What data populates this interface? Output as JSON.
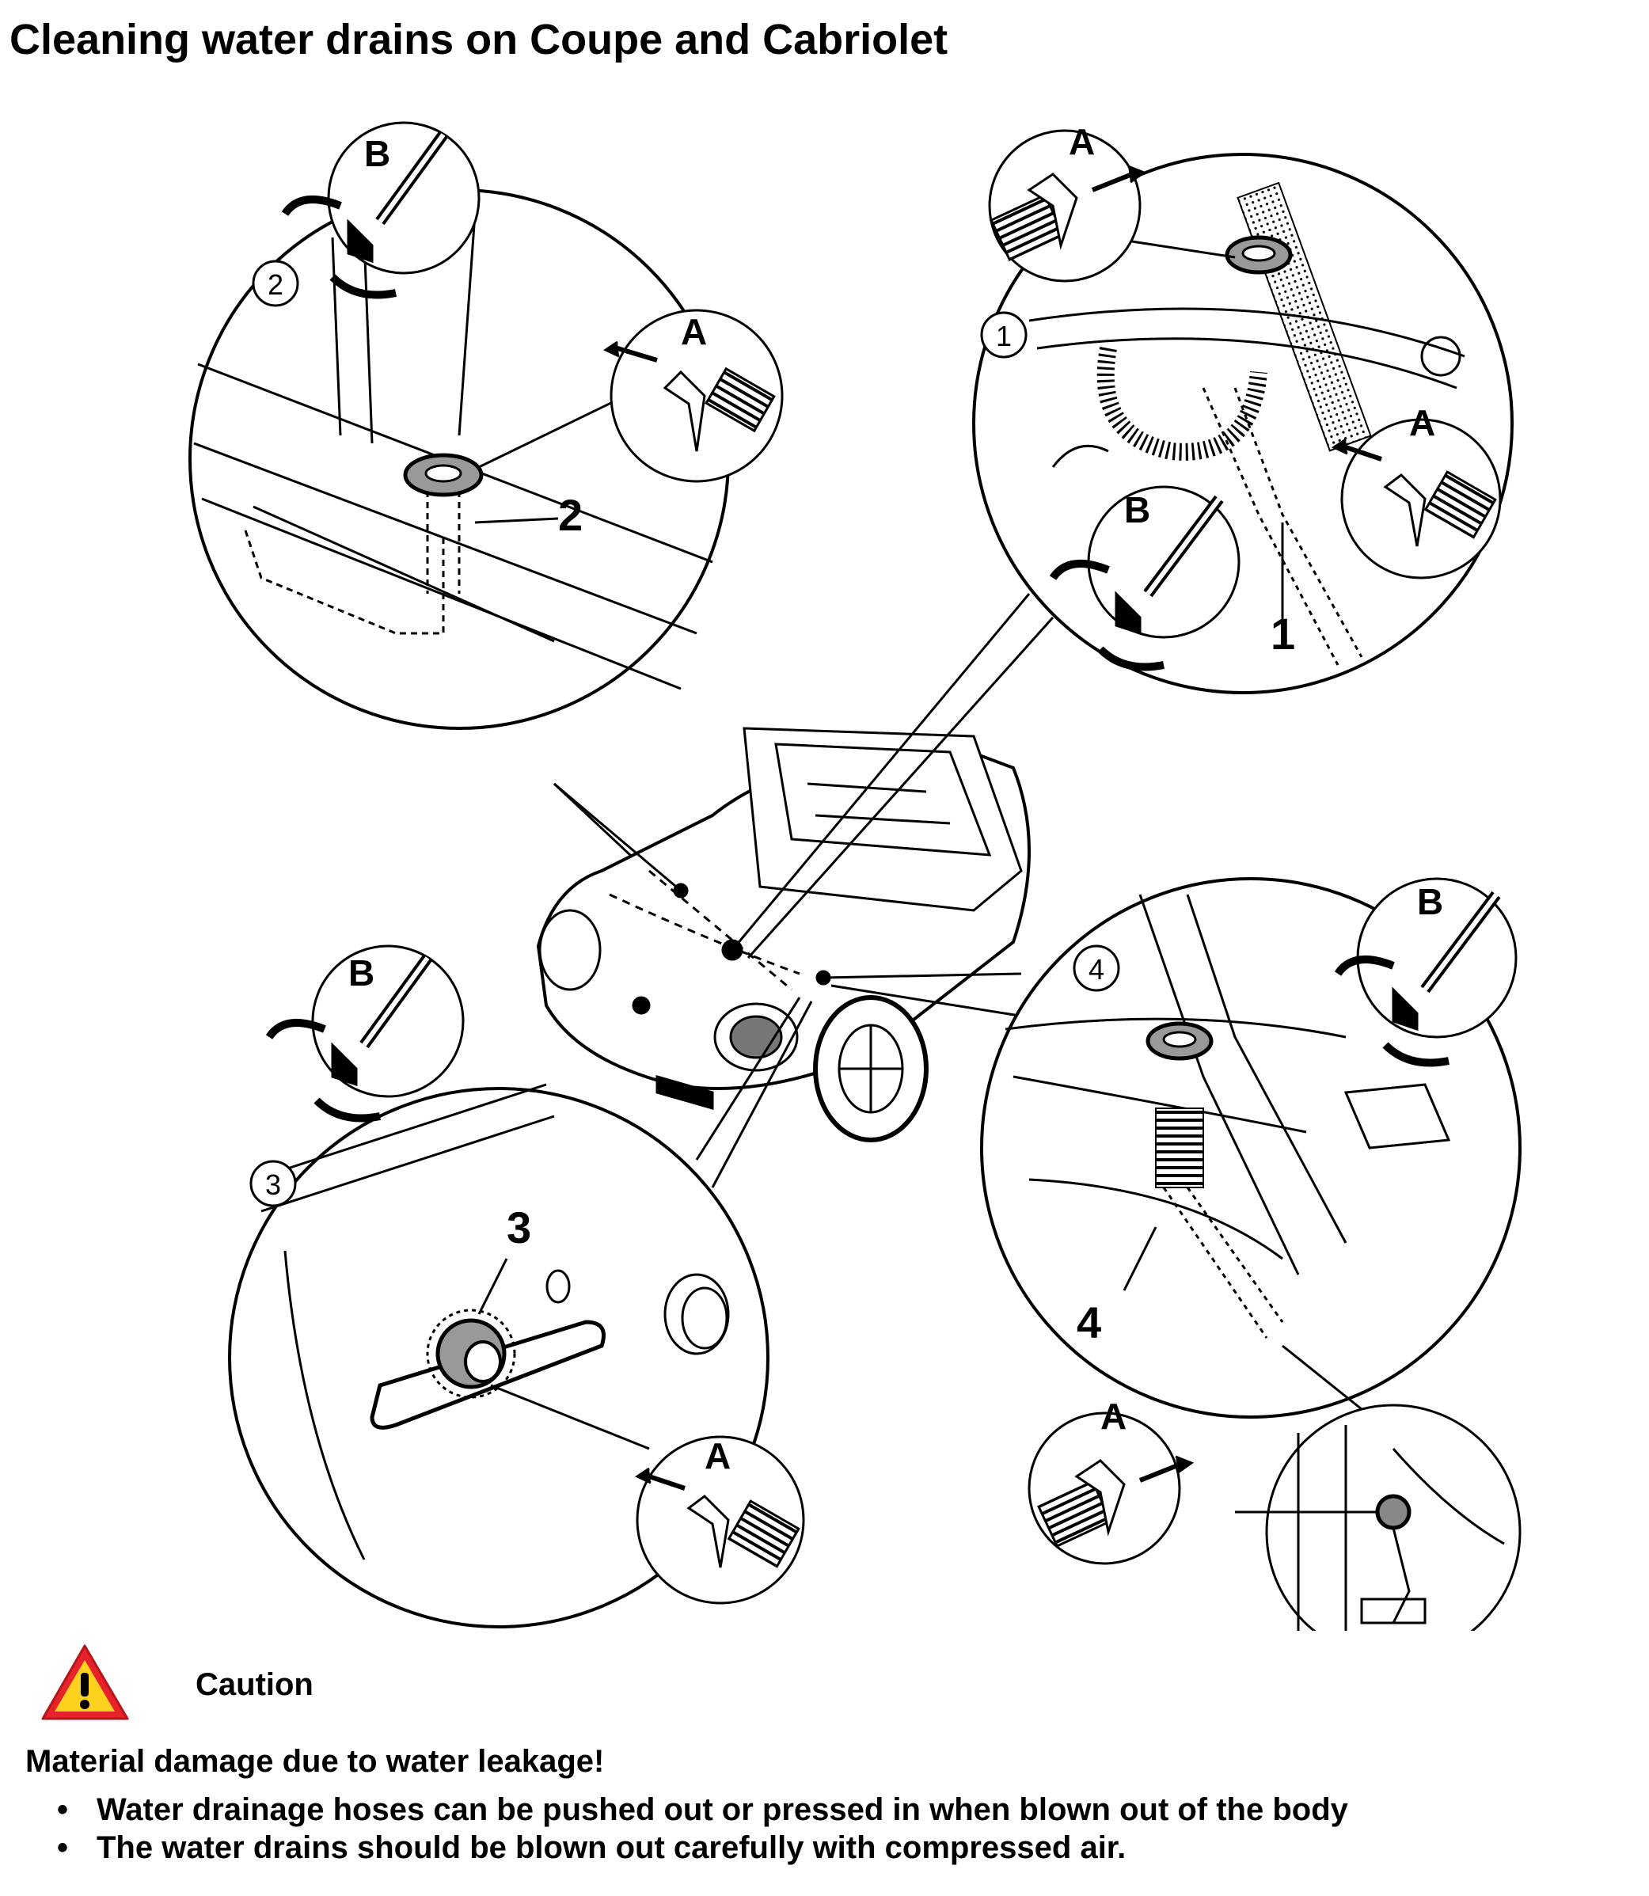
{
  "document": {
    "title": "Cleaning water drains on Coupe and Cabriolet"
  },
  "figure": {
    "detail_1": {
      "marker": "1",
      "number": "1",
      "label_a1": "A",
      "label_a2": "A",
      "label_b": "B"
    },
    "detail_2": {
      "marker": "2",
      "number": "2",
      "label_a": "A",
      "label_b": "B"
    },
    "detail_3": {
      "marker": "3",
      "number": "3",
      "label_a": "A",
      "label_b": "B"
    },
    "detail_4": {
      "marker": "4",
      "number": "4",
      "label_a": "A",
      "label_b": "B"
    }
  },
  "caution": {
    "icon": "warning-triangle-icon",
    "label": "Caution",
    "heading": "Material damage due to water leakage!",
    "items": [
      "Water drainage hoses can be pushed out or pressed in when blown out of the body",
      "The water drains should be blown out carefully with compressed air."
    ]
  }
}
